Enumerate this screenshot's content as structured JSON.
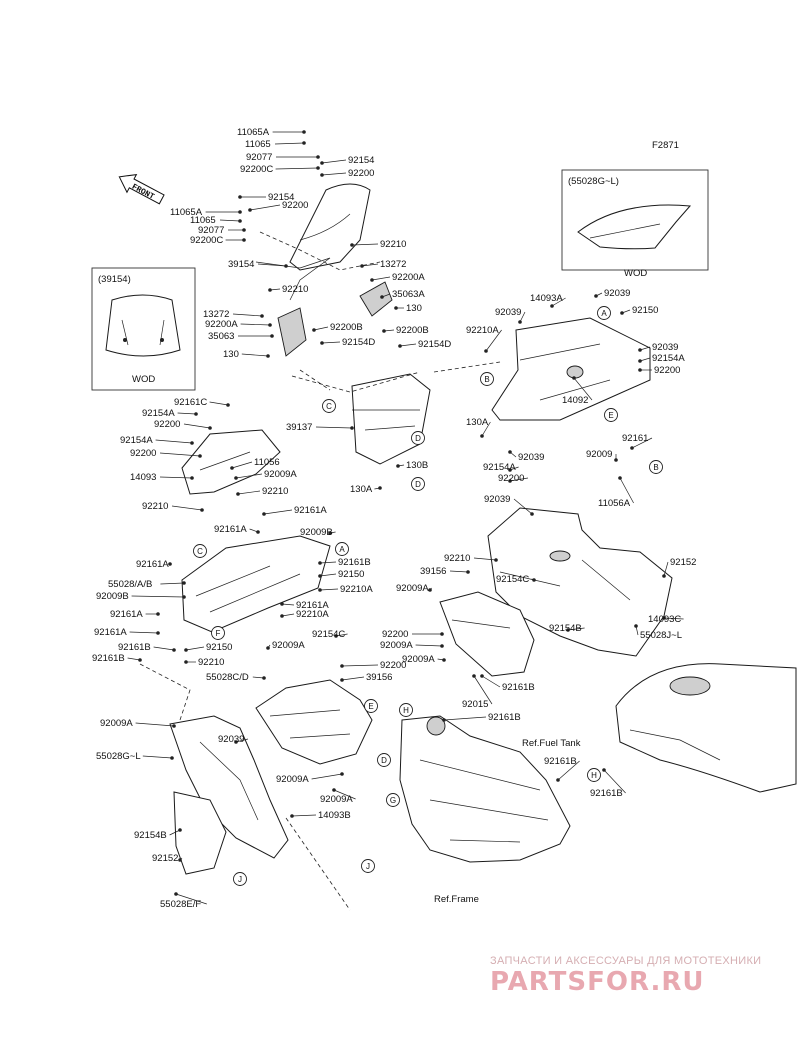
{
  "figure_code": "F2871",
  "front_arrow": "FRONT",
  "inset_windshield": {
    "title": "(39154)",
    "caption": "WOD"
  },
  "inset_cowling": {
    "title": "(55028G~L)",
    "caption": "WOD"
  },
  "ref_fuel_tank": "Ref.Fuel Tank",
  "ref_frame": "Ref.Frame",
  "ref_letters": [
    "A",
    "B",
    "C",
    "D",
    "E",
    "F",
    "G",
    "H",
    "J"
  ],
  "watermark_top": "ЗАПЧАСТИ И АКСЕССУАРЫ ДЛЯ МОТОТЕХНИКИ",
  "watermark_logo": "PARTSFOR.RU",
  "part_labels": [
    "11065A",
    "11065",
    "92077",
    "92200C",
    "92154",
    "92200",
    "11065A",
    "11065",
    "92077",
    "92200C",
    "92154",
    "92200",
    "92210",
    "39154",
    "13272",
    "92200A",
    "35063A",
    "130",
    "92210",
    "13272",
    "92200A",
    "35063",
    "92200B",
    "92200B",
    "92154D",
    "92154D",
    "130",
    "14093A",
    "92039",
    "92039",
    "92150",
    "92210A",
    "92039",
    "92154A",
    "92200",
    "14092",
    "130A",
    "39137",
    "130B",
    "130A",
    "92039",
    "92154A",
    "92200",
    "92009",
    "92161",
    "11056A",
    "92161C",
    "92154A",
    "92200",
    "92154A",
    "92200",
    "14093",
    "92210",
    "11056",
    "92009A",
    "92210",
    "92161A",
    "92009B",
    "92161A",
    "92161A",
    "55028/A/B",
    "92009B",
    "92161A",
    "92161A",
    "92161B",
    "92161B",
    "92161B",
    "92150",
    "92210A",
    "92161A",
    "92210A",
    "92150",
    "92210",
    "92009A",
    "92154C",
    "92200",
    "39156",
    "55028C/D",
    "92009A",
    "92039",
    "55028G~L",
    "92009A",
    "92009A",
    "14093B",
    "92154B",
    "92152",
    "55028E/F",
    "92039",
    "92210",
    "39156",
    "92009A",
    "92154C",
    "92200",
    "92009A",
    "92009A",
    "92154B",
    "92152",
    "14093C",
    "55028J~L",
    "92161B",
    "92015",
    "92161B",
    "92161B",
    "92161B"
  ]
}
